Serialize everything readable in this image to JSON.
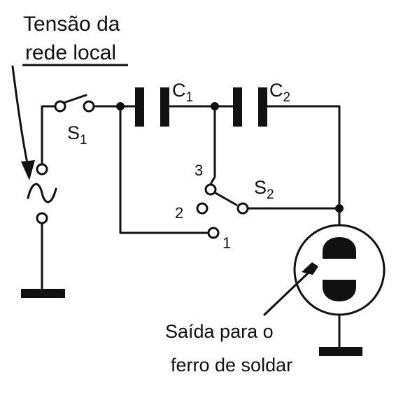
{
  "labels": {
    "source_line1": "Tensão da",
    "source_line2": "rede local",
    "output_line1": "Saída para o",
    "output_line2": "ferro de soldar"
  },
  "components": {
    "s1": {
      "letter": "S",
      "sub": "1"
    },
    "c1": {
      "letter": "C",
      "sub": "1"
    },
    "c2": {
      "letter": "C",
      "sub": "2"
    },
    "s2": {
      "letter": "S",
      "sub": "2"
    }
  },
  "switch_positions": [
    "1",
    "2",
    "3"
  ],
  "colors": {
    "ink": "#111111",
    "background": "#ffffff"
  }
}
